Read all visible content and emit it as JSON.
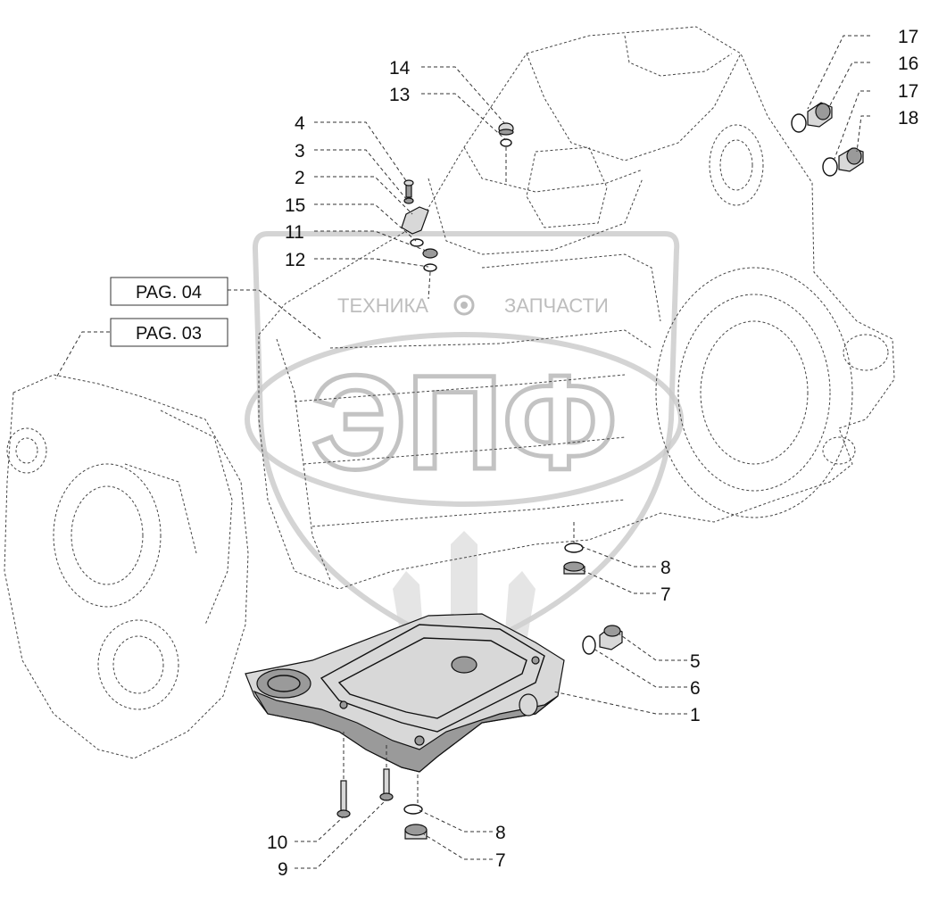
{
  "callouts": [
    {
      "id": "17a",
      "label": "17"
    },
    {
      "id": "16",
      "label": "16"
    },
    {
      "id": "17b",
      "label": "17"
    },
    {
      "id": "18",
      "label": "18"
    },
    {
      "id": "14",
      "label": "14"
    },
    {
      "id": "13",
      "label": "13"
    },
    {
      "id": "4",
      "label": "4"
    },
    {
      "id": "3",
      "label": "3"
    },
    {
      "id": "2",
      "label": "2"
    },
    {
      "id": "15",
      "label": "15"
    },
    {
      "id": "11",
      "label": "11"
    },
    {
      "id": "12",
      "label": "12"
    },
    {
      "id": "8a",
      "label": "8"
    },
    {
      "id": "7a",
      "label": "7"
    },
    {
      "id": "5",
      "label": "5"
    },
    {
      "id": "6",
      "label": "6"
    },
    {
      "id": "1",
      "label": "1"
    },
    {
      "id": "10",
      "label": "10"
    },
    {
      "id": "9",
      "label": "9"
    },
    {
      "id": "8b",
      "label": "8"
    },
    {
      "id": "7b",
      "label": "7"
    }
  ],
  "page_refs": [
    {
      "id": "pag04",
      "label": "PAG. 04"
    },
    {
      "id": "pag03",
      "label": "PAG. 03"
    }
  ],
  "watermark": {
    "text_left": "ТЕХНИКА",
    "text_right": "ЗАПЧАСТИ",
    "monogram": "ЭПФ",
    "color": "#c9c9c9"
  }
}
